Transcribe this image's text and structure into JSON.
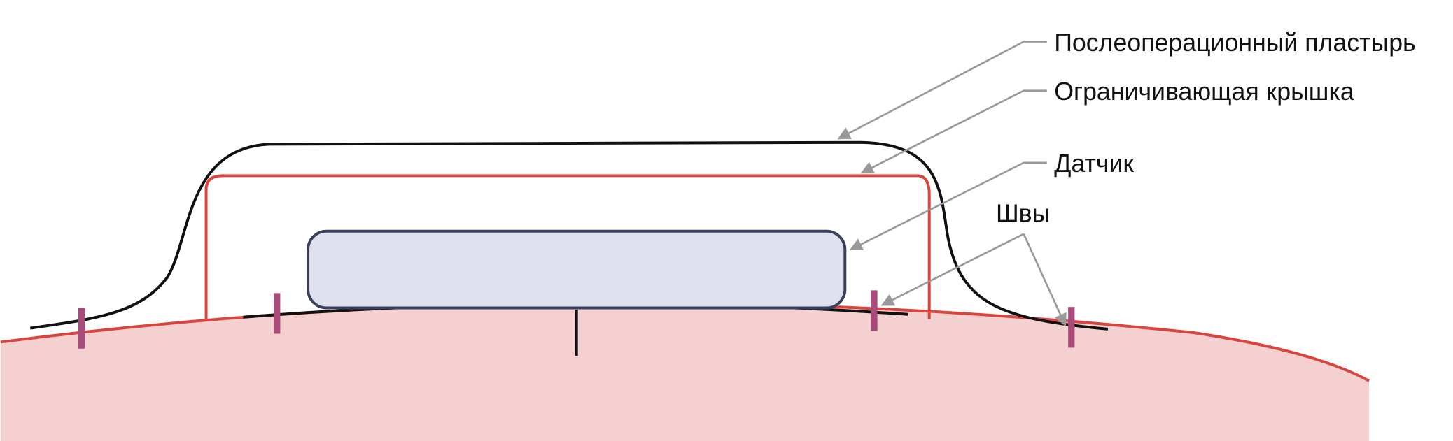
{
  "labels": {
    "patch": "Послеоперационный пластырь",
    "cap": "Ограничивающая крышка",
    "sensor": "Датчик",
    "sutures": "Швы"
  },
  "colors": {
    "skin": "#f4d0d0",
    "skin_edge": "#d9443f",
    "patch": "#111111",
    "cap": "#d9443f",
    "sensor_fill": "#dfe2ee",
    "sensor_edge": "#3a3f5c",
    "suture": "#a84a7a",
    "leader": "#999999"
  }
}
